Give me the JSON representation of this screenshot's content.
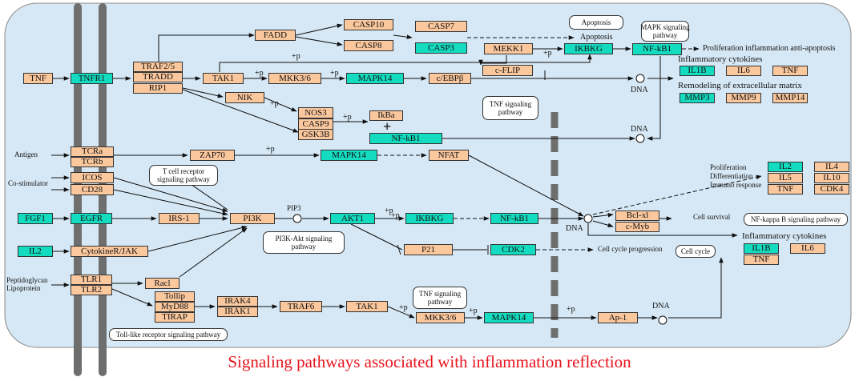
{
  "colors": {
    "cell_background": "#d6e8f5",
    "orange_node": "#fbc89e",
    "green_node": "#14dcc0",
    "title": "#e8141e",
    "membrane": "#6e6e6e"
  },
  "title": "Signaling pathways associated with inflammation reflection",
  "labels": {
    "p": "+p",
    "pip3": "PIP3",
    "dna": "DNA",
    "apoptosis_target": "Apoptosis",
    "proliferation_text": "Proliferation inflammation anti-apoptosis",
    "inflammatory_cytokines": "Inflammatory cytokines",
    "remodeling": "Remodeling of extracellular matrix",
    "antigen": "Antigen",
    "costimulator": "Co-stimulator",
    "peptidoglycan": "Peptidoglycan",
    "lipoprotein": "Lipoprotein",
    "proliferation": "Proliferation",
    "differentiation": "Differentiation",
    "immuno_response": "Immuno response",
    "cell_survival": "Cell survival",
    "cell_cycle_progression": "Cell cycle progression",
    "plus": "+"
  },
  "pathway_boxes": {
    "apoptosis": "Apoptosis",
    "mapk": "MAPK signaling\npathway",
    "tnf1": "TNF signaling\npathway",
    "tcr": "T cell receptor\nsignaling pathway",
    "pi3k": "PI3K-Akt signaling\npathway",
    "nfkb": "NF-kappa B signaling pathway",
    "cellcycle": "Cell cycle",
    "tnf2": "TNF signaling\npathway",
    "tlr": "Toll-like receptor signaling pathway"
  },
  "genes": {
    "tnf": "TNF",
    "tnfr1": "TNFR1",
    "traf25": "TRAF2/5",
    "tradd": "TRADD",
    "rip1": "RIP1",
    "fadd": "FADD",
    "casp10": "CASP10",
    "casp8": "CASP8",
    "casp7": "CASP7",
    "casp3": "CASP3",
    "mekk1": "MEKK1",
    "ikbkg1": "IKBKG",
    "nfkb1a": "NF-kB1",
    "tak1a": "TAK1",
    "mkk36a": "MKK3/6",
    "mapk14a": "MAPK14",
    "cebpb": "c/EBPβ",
    "cflip": "c-FLIP",
    "nik": "NIK",
    "nos3": "NOS3",
    "casp9": "CASP9",
    "gsk3b": "GSK3B",
    "ikba": "IkBa",
    "nfkb1b": "NF-kB1",
    "il1b_a": "IL1B",
    "il6_a": "IL6",
    "tnf_a": "TNF",
    "mmp3": "MMP3",
    "mmp9": "MMP9",
    "mmp14": "MMP14",
    "tcra": "TCRa",
    "tcrb": "TCRb",
    "zap70": "ZAP70",
    "mapk14b": "MAPK14",
    "nfat": "NFAT",
    "icos": "ICOS",
    "cd28": "CD28",
    "il2": "IL2",
    "il4": "IL4",
    "il5": "IL5",
    "il10": "IL10",
    "tnf_b": "TNF",
    "cdk4": "CDK4",
    "fgf1": "FGF1",
    "egfr": "EGFR",
    "irs1": "IRS-1",
    "pi3k": "PI3K",
    "akt1": "AKT1",
    "ikbkg2": "IKBKG",
    "nfkb1c": "NF-kB1",
    "bclxl": "Bcl-xl",
    "cmyb": "c-Myb",
    "il2b": "IL2",
    "cytokinerjak": "CytokineR/JAK",
    "p21": "P21",
    "cdk2": "CDK2",
    "il1b_b": "IL1B",
    "il6_b": "IL6",
    "tnf_c": "TNF",
    "tlr1": "TLR1",
    "tlr2": "TLR2",
    "racl": "Racl",
    "tollip": "Tollip",
    "myd88": "MyD88",
    "tirap": "TIRAP",
    "irak4": "IRAK4",
    "irak1": "IRAK1",
    "traf6": "TRAF6",
    "tak1b": "TAK1",
    "mkk36b": "MKK3/6",
    "mapk14c": "MAPK14",
    "ap1": "Ap-1"
  }
}
